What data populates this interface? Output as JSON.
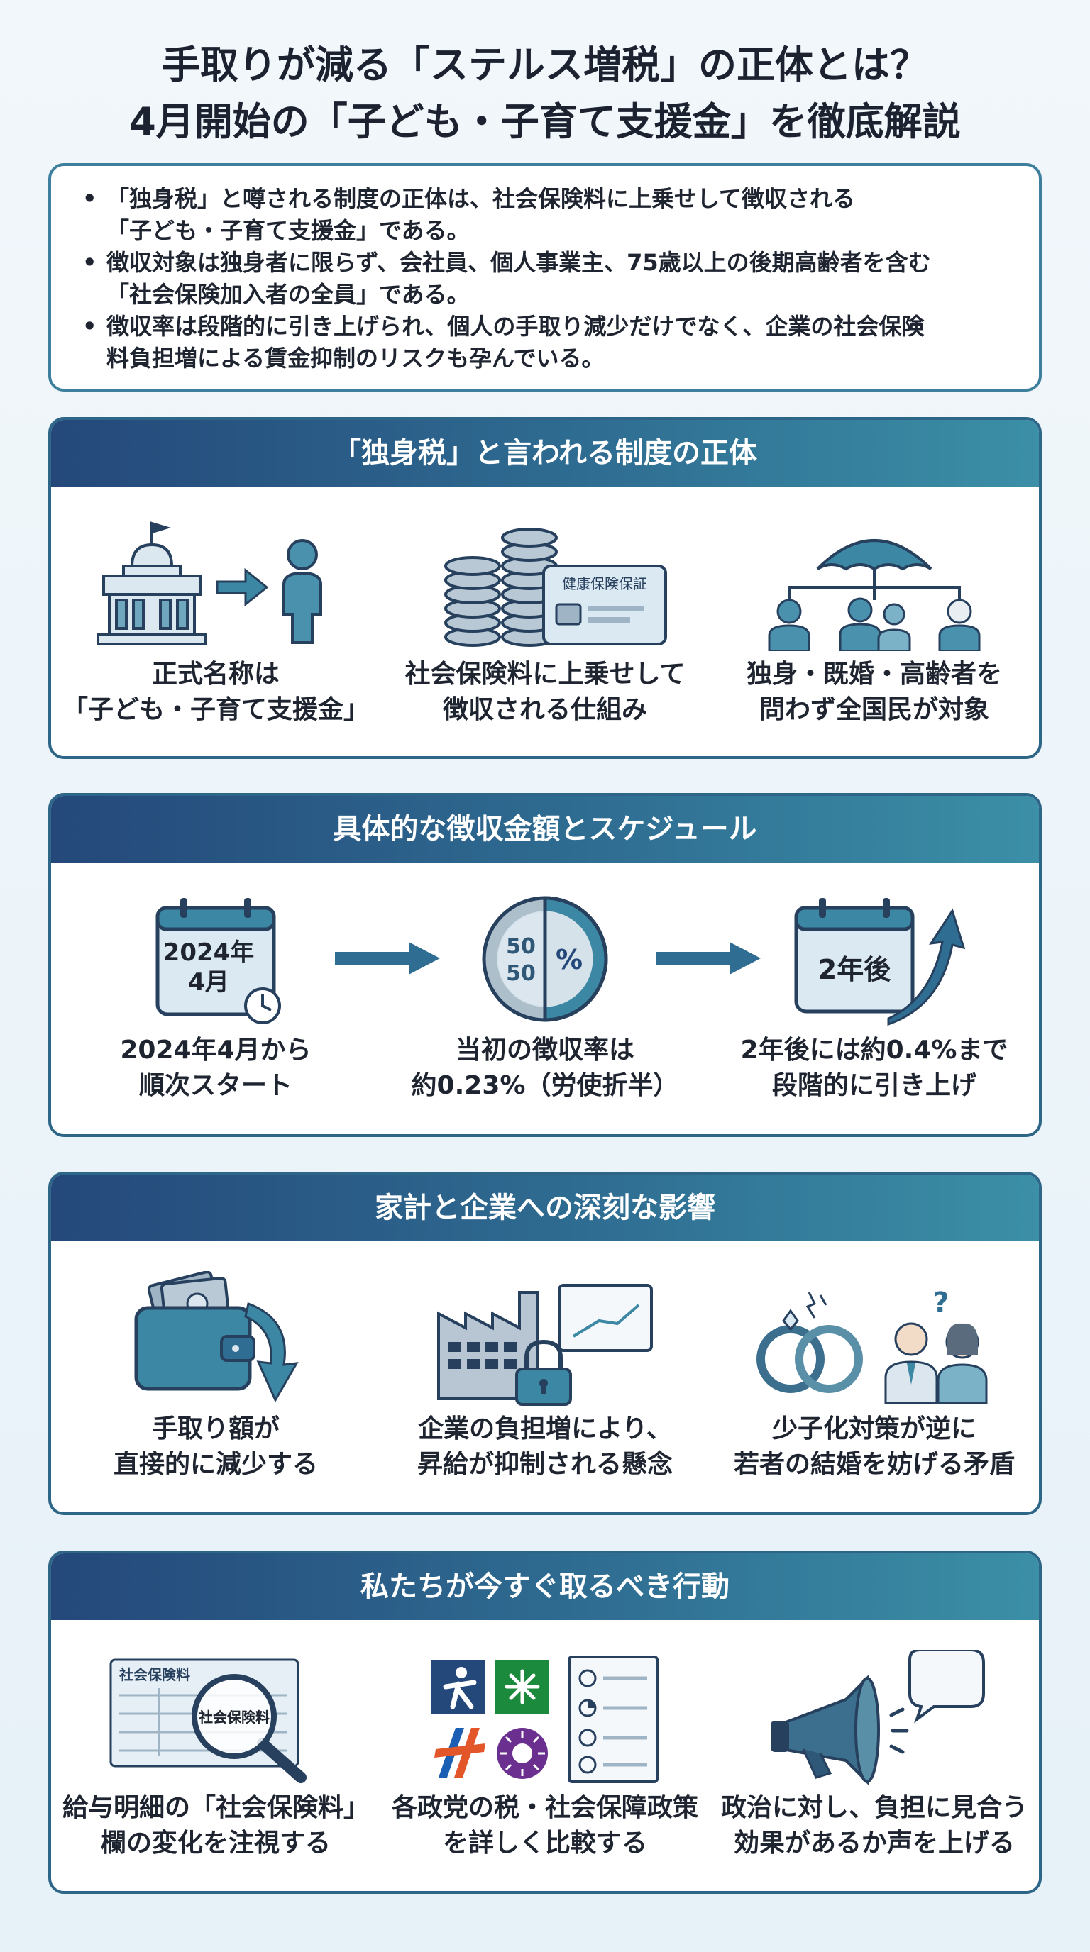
{
  "title": {
    "line1": "手取りが減る「ステルス増税」の正体とは？",
    "line2": "4月開始の「子ども・子育て支援金」を徹底解説"
  },
  "summary": [
    {
      "l1": "「独身税」と噂される制度の正体は、社会保険料に上乗せして徴収される",
      "l2": "「子ども・子育て支援金」である。"
    },
    {
      "l1": "徴収対象は独身者に限らず、会社員、個人事業主、75歳以上の後期高齢者を含む",
      "l2": "「社会保険加入者の全員」である。"
    },
    {
      "l1": "徴収率は段階的に引き上げられ、個人の手取り減少だけでなく、企業の社会保険",
      "l2": "料負担増による賃金抑制のリスクも孕んでいる。"
    }
  ],
  "sections": [
    {
      "heading": "「独身税」と言われる制度の正体",
      "items": [
        {
          "icon": "government-building-to-person-icon",
          "l1": "正式名称は",
          "l2": "「子ども・子育て支援金」"
        },
        {
          "icon": "coins-and-insurance-card-icon",
          "l1": "社会保険料に上乗せして",
          "l2": "徴収される仕組み",
          "card_text": "健康保険保証"
        },
        {
          "icon": "umbrella-over-people-icon",
          "l1": "独身・既婚・高齢者を",
          "l2": "問わず全国民が対象"
        }
      ]
    },
    {
      "heading": "具体的な徴収金額とスケジュール",
      "items": [
        {
          "icon": "calendar-clock-icon",
          "l1": "2024年4月から",
          "l2": "順次スタート",
          "cal_l1": "2024年",
          "cal_l2": "4月"
        },
        {
          "icon": "split-percent-coin-icon",
          "l1": "当初の徴収率は",
          "l2": "約0.23%（労使折半）",
          "left_top": "50",
          "left_bottom": "50",
          "right": "%"
        },
        {
          "icon": "calendar-rising-arrow-icon",
          "l1": "2年後には約0.4%まで",
          "l2": "段階的に引き上げ",
          "cal_text": "2年後"
        }
      ]
    },
    {
      "heading": "家計と企業への深刻な影響",
      "items": [
        {
          "icon": "wallet-down-arrow-icon",
          "l1": "手取り額が",
          "l2": "直接的に減少する"
        },
        {
          "icon": "factory-lock-chart-icon",
          "l1": "企業の負担増により、",
          "l2": "昇給が抑制される懸念"
        },
        {
          "icon": "broken-rings-couple-icon",
          "l1": "少子化対策が逆に",
          "l2": "若者の結婚を妨げる矛盾",
          "question": "?"
        }
      ]
    },
    {
      "heading": "私たちが今すぐ取るべき行動",
      "items": [
        {
          "icon": "payslip-magnifier-icon",
          "l1": "給与明細の「社会保険料」",
          "l2": "欄の変化を注視する",
          "doc_text": "社会保険料",
          "lens_text": "社会保険料"
        },
        {
          "icon": "party-logos-checklist-icon",
          "l1": "各政党の税・社会保障政策",
          "l2": "を詳しく比較する"
        },
        {
          "icon": "megaphone-speech-bubble-icon",
          "l1": "政治に対し、負担に見合う",
          "l2": "効果があるか声を上げる"
        }
      ]
    }
  ]
}
